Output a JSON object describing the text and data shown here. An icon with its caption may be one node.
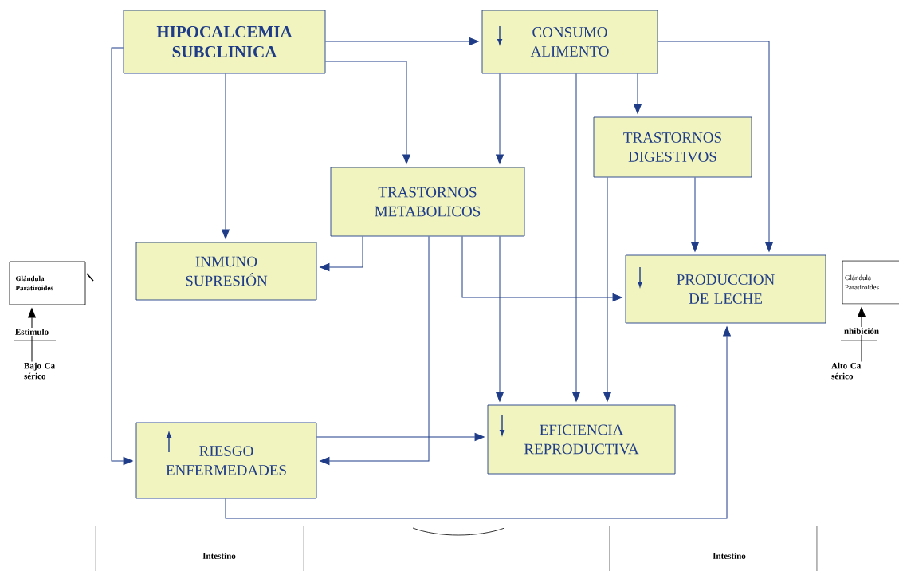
{
  "diagram": {
    "nodes": [
      {
        "text": [
          "HIPOCALCEMIA SUBCLINICA"
        ]
      },
      {
        "text": [
          "CONSUMO ALIMENTO"
        ]
      },
      {
        "text": [
          "TRASTORNOS DIGESTIVOS"
        ]
      },
      {
        "text": [
          "TRASTORNOS METABOLICOS"
        ]
      },
      {
        "text": [
          "INMUNO SUPRESIÓN"
        ]
      },
      {
        "text": [
          "PRODUCCION DE LECHE"
        ]
      },
      {
        "text": [
          "RIESGO ENFERMEDADES"
        ]
      },
      {
        "text": [
          "EFICIENCIA REPRODUCTIVA"
        ]
      },
      {
        "text": [
          "Glándula Paratiroides"
        ]
      },
      {
        "text": [
          "Estimulo"
        ]
      },
      {
        "text": [
          "Bajo Ca sérico"
        ]
      },
      {
        "text": [
          "Glándula Paratiroides"
        ]
      },
      {
        "text": [
          "nhibición"
        ]
      },
      {
        "text": [
          "Alto Ca sérico"
        ]
      }
    ],
    "edges": [
      {
        "from": 0,
        "to": 1,
        "arrow": "to"
      },
      {
        "from": 0,
        "to": 3,
        "arrow": "to"
      },
      {
        "from": 0,
        "to": 4,
        "arrow": "to"
      },
      {
        "from": 0,
        "to": 6,
        "arrow": "to"
      },
      {
        "from": 1,
        "to": 3,
        "arrow": "to"
      },
      {
        "from": 1,
        "to": 2,
        "arrow": "to"
      },
      {
        "from": 1,
        "to": 7,
        "arrow": "to"
      },
      {
        "from": 1,
        "to": 5,
        "arrow": "to"
      },
      {
        "from": 2,
        "to": 5,
        "arrow": "to"
      },
      {
        "from": 2,
        "to": 7,
        "arrow": "to"
      },
      {
        "from": 3,
        "to": 4,
        "arrow": "to"
      },
      {
        "from": 3,
        "to": 6,
        "arrow": "to"
      },
      {
        "from": 3,
        "to": 5,
        "arrow": "to"
      },
      {
        "from": 3,
        "to": 7,
        "arrow": "to"
      },
      {
        "from": 6,
        "to": 7,
        "arrow": "to"
      },
      {
        "from": 6,
        "to": 5,
        "arrow": "to"
      },
      {
        "from": 9,
        "to": 8,
        "arrow": "to",
        "color": "#000000"
      },
      {
        "from": 10,
        "to": 9,
        "arrow": "none",
        "color": "#000000"
      },
      {
        "from": 12,
        "to": 11,
        "arrow": "to",
        "color": "#000000"
      },
      {
        "from": 13,
        "to": 12,
        "arrow": "none",
        "color": "#000000"
      }
    ],
    "labels": [
      "Intestino",
      "Intestino"
    ]
  }
}
